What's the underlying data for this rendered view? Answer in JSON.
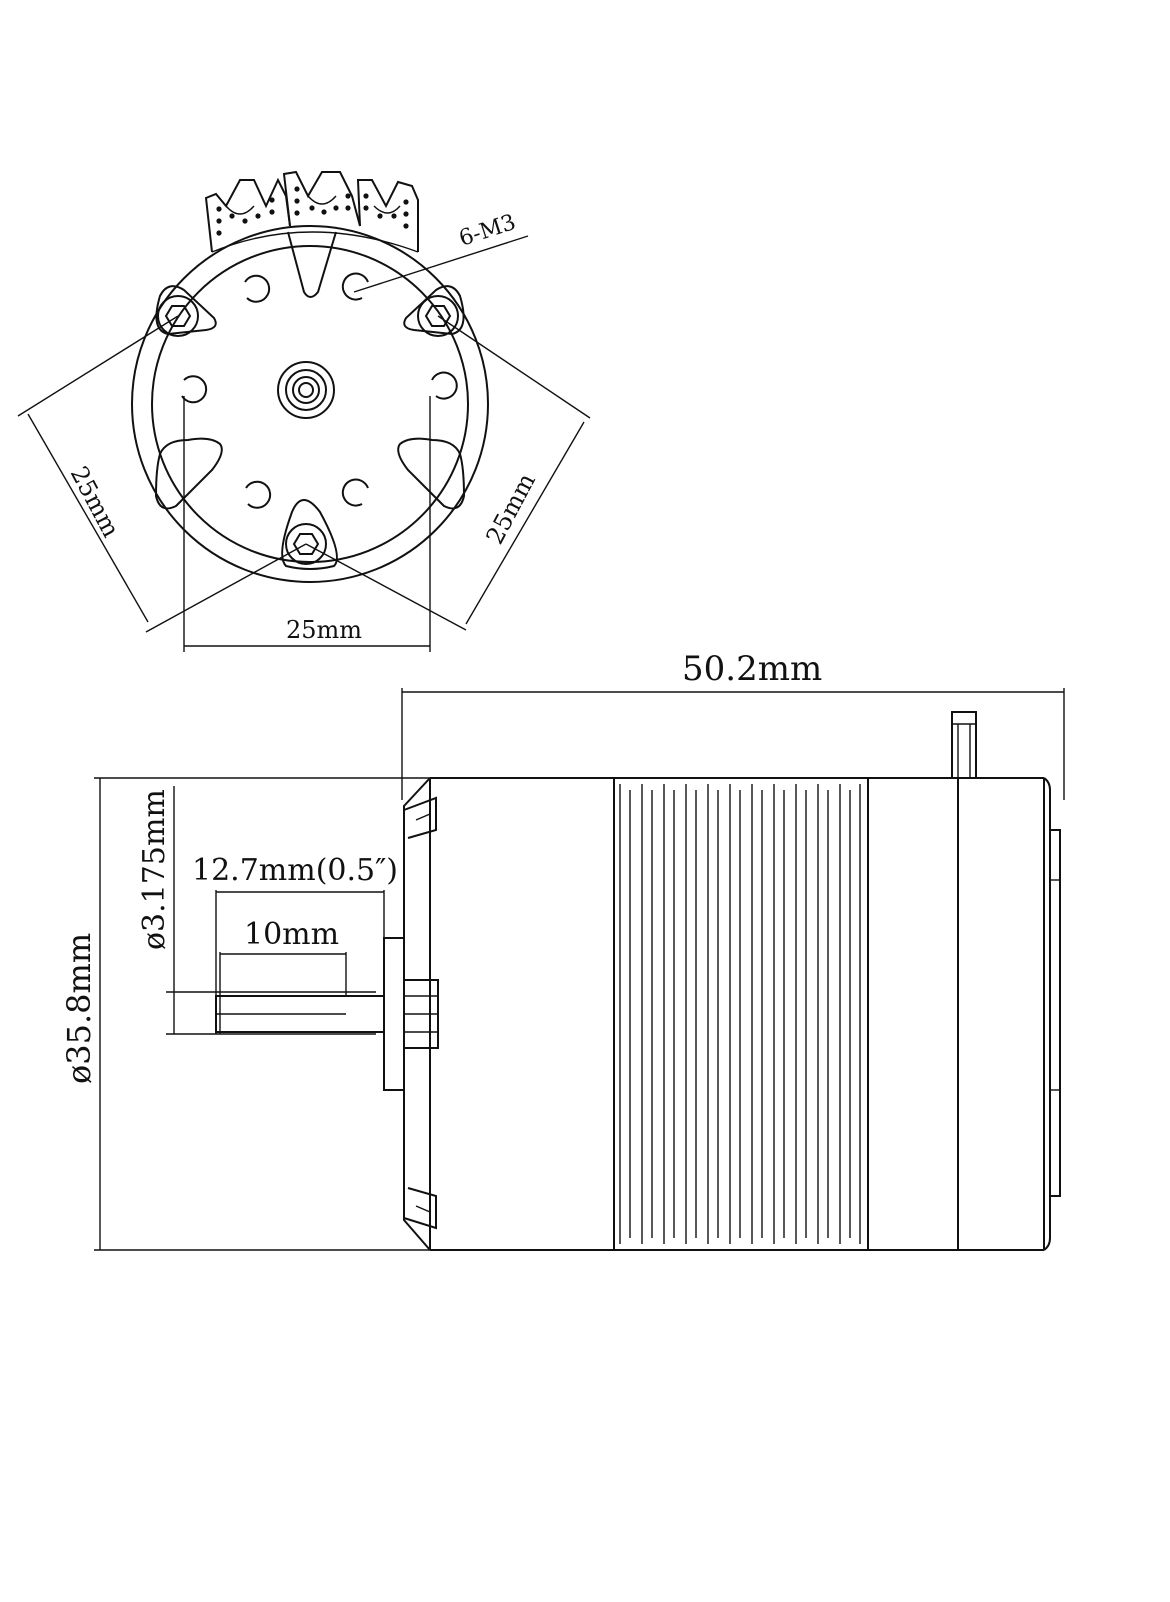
{
  "front_view": {
    "thread_label": "6-M3",
    "dim_left": "25mm",
    "dim_right": "25mm",
    "dim_bottom": "25mm"
  },
  "side_view": {
    "length": "50.2mm",
    "diameter": "ø35.8mm",
    "shaft_diameter": "ø3.175mm",
    "shaft_length": "12.7mm(0.5″)",
    "flat_length": "10mm"
  }
}
